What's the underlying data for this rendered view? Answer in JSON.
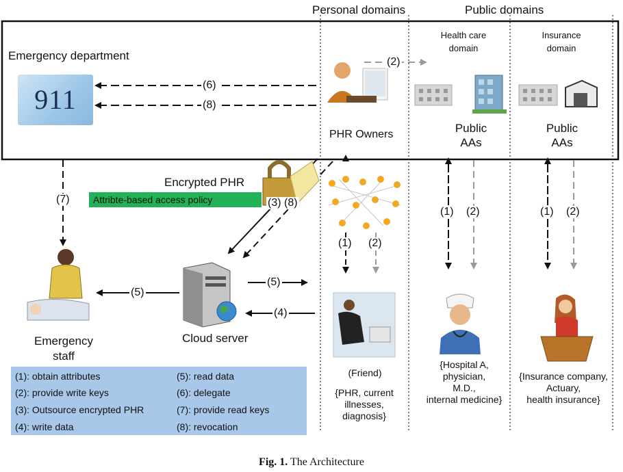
{
  "headers": {
    "personal": "Personal domains",
    "public": "Public domains"
  },
  "domains": {
    "health": "Health care\ndomain",
    "insurance": "Insurance\ndomain"
  },
  "emergency_department": "Emergency department",
  "card_911": "911",
  "phr_owners": "PHR Owners",
  "public_aas_health": "Public\nAAs",
  "public_aas_insurance": "Public\nAAs",
  "encrypted_phr": "Encrypted PHR",
  "policy_label": "Attribte-based access policy",
  "cloud_server": "Cloud server",
  "emergency_staff": "Emergency\nstaff",
  "friend": "(Friend)",
  "friend_data": "{PHR, current\nillnesses,\ndiagnosis}",
  "hospital": "{Hospital A,\nphysician,\nM.D.,\ninternal medicine}",
  "insurance_entity": "{Insurance company,\nActuary,\nhealth insurance}",
  "step_labels": {
    "s1": "(1)",
    "s2": "(2)",
    "s3": "(3)",
    "s4": "(4)",
    "s5": "(5)",
    "s6": "(6)",
    "s7": "(7)",
    "s8": "(8)",
    "s3_8": "(3) (8)"
  },
  "legend": [
    "(1): obtain attributes",
    "(2): provide write keys",
    "(3): Outsource encrypted PHR",
    "(4): write data",
    "(5): read data",
    "(6): delegate",
    "(7): provide read keys",
    "(8): revocation"
  ],
  "caption_prefix": "Fig. 1.",
  "caption_text": "The Architecture",
  "colors": {
    "legend_bg": "#a9c7e8",
    "policy_bg": "#21b157",
    "gray_arrow": "#9a9a9a",
    "black_arrow": "#111111"
  }
}
